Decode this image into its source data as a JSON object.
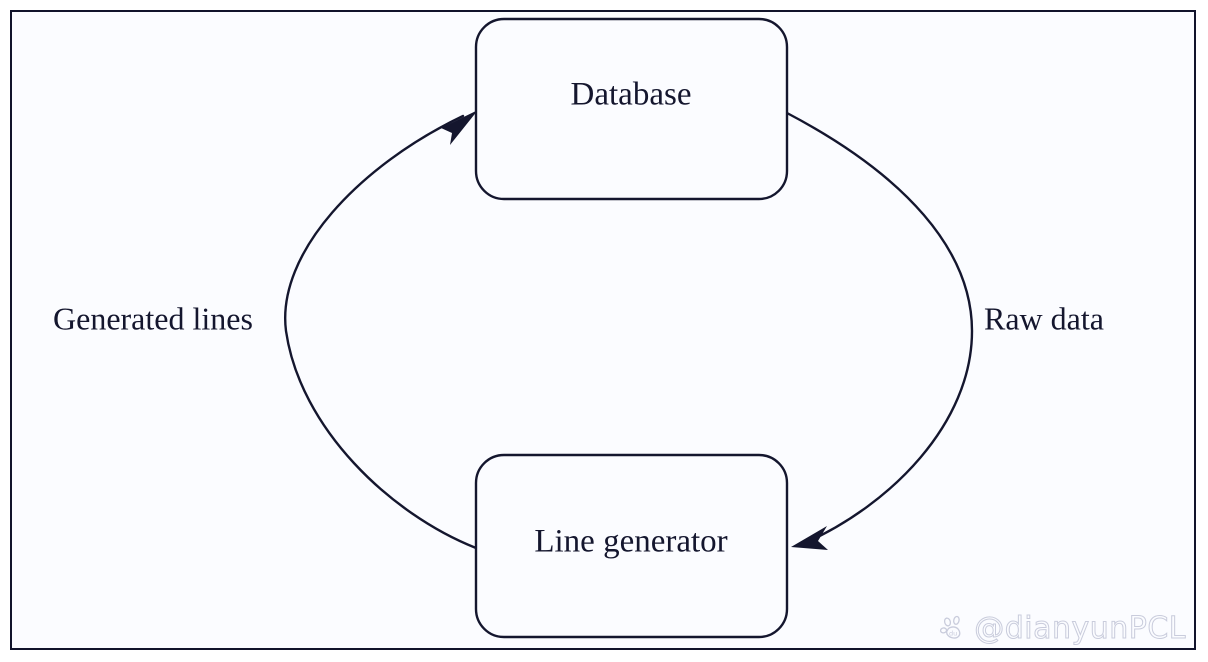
{
  "figure": {
    "background_color": "#fbfcff",
    "frame_color": "#11132b",
    "ink_color": "#14162e"
  },
  "nodes": [
    {
      "id": "database",
      "label": "Database"
    },
    {
      "id": "line-generator",
      "label": "Line generator"
    }
  ],
  "edges": [
    {
      "id": "raw-data",
      "label": "Raw data",
      "from": "database",
      "to": "line-generator",
      "side": "right"
    },
    {
      "id": "generated-lines",
      "label": "Generated lines",
      "from": "line-generator",
      "to": "database",
      "side": "left"
    }
  ],
  "watermark": {
    "handle": "@dianyunPCL",
    "logo": "baidu-paw-icon",
    "color": "#c9ccdc"
  }
}
